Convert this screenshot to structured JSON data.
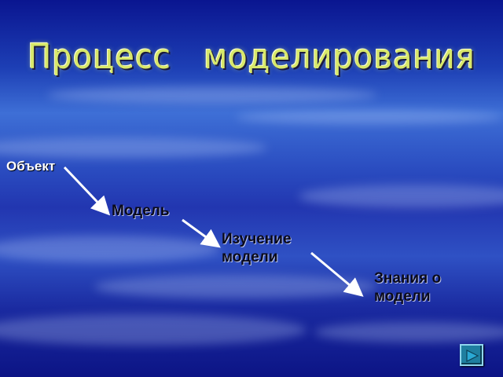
{
  "slide": {
    "title": "Процесс   моделирования",
    "steps": [
      {
        "label": "Объект"
      },
      {
        "label": "Модель"
      },
      {
        "label": "Изучение\n модели"
      },
      {
        "label": "Знания о\nмодели"
      }
    ]
  },
  "nav": {
    "next_icon": "play-triangle-icon"
  },
  "colors": {
    "title": "#d8e86a",
    "arrow": "#ffffff",
    "nav_button": "#1f7fa0"
  }
}
